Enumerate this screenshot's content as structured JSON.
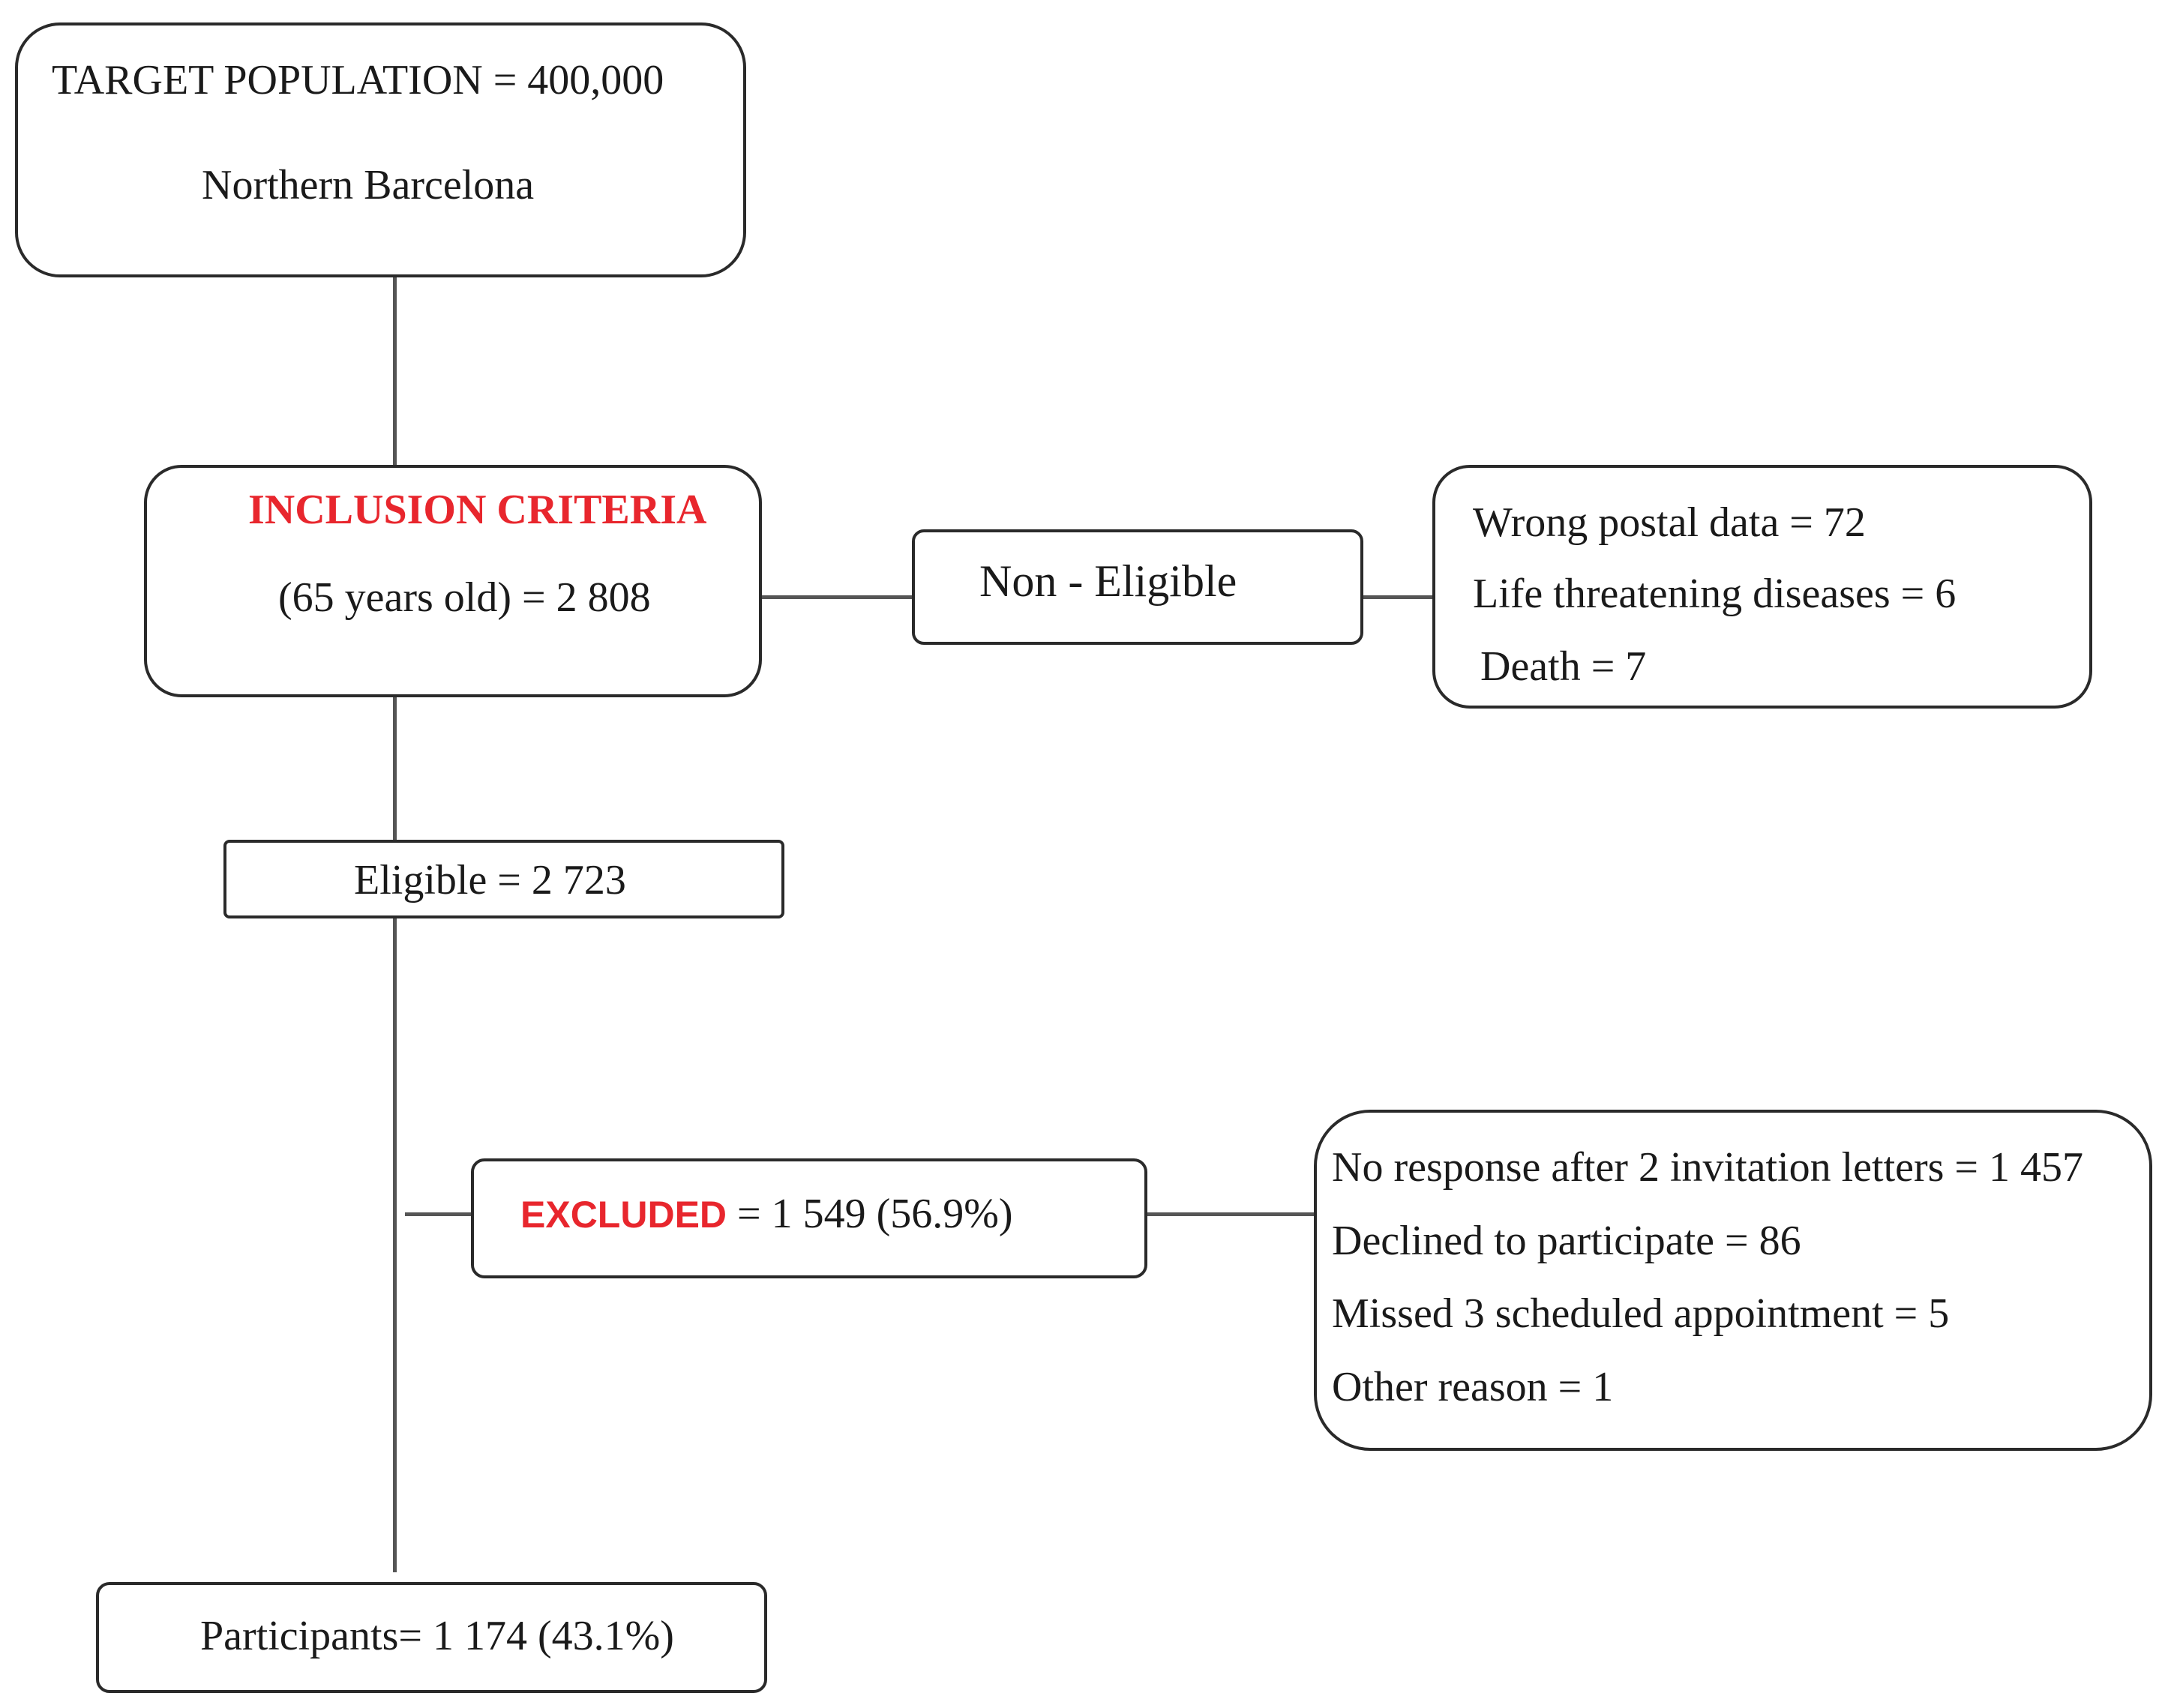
{
  "target": {
    "title": "TARGET POPULATION = 400,000",
    "location": "Northern Barcelona"
  },
  "inclusion": {
    "title": "INCLUSION CRITERIA",
    "detail": "(65 years old) = 2 808"
  },
  "non_eligible": {
    "label": "Non - Eligible",
    "reasons": [
      "Wrong postal data = 72",
      "Life threatening diseases = 6",
      "Death = 7"
    ]
  },
  "eligible": {
    "label": "Eligible = 2 723"
  },
  "excluded": {
    "keyword": "EXCLUDED",
    "value": " = 1 549 (56.9%)",
    "reasons": [
      "No response after 2 invitation letters = 1 457",
      "Declined to participate = 86",
      "Missed 3 scheduled appointment = 5",
      "Other reason = 1"
    ]
  },
  "participants": {
    "label": "Participants= 1 174 (43.1%)"
  }
}
